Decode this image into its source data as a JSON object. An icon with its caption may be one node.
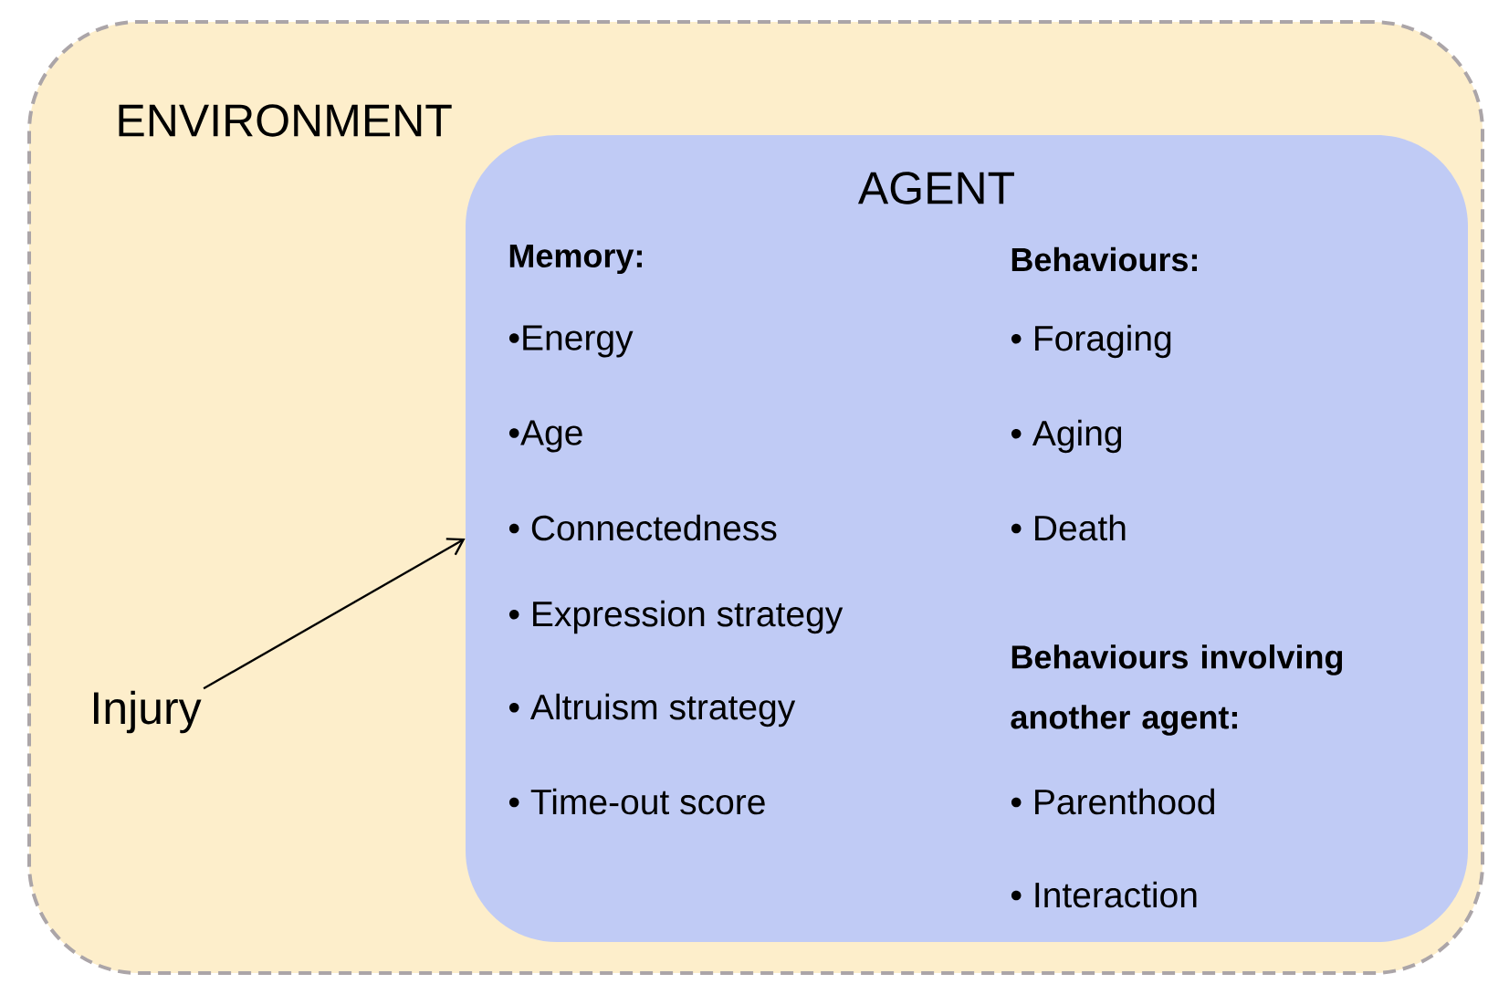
{
  "diagram": {
    "nodes": [
      {
        "text": [
          "ENVIRONMENT"
        ]
      },
      {
        "text": [
          "AGENT",
          "Memory:",
          "•Energy",
          "•Age",
          "• Connectedness",
          "• Expression strategy",
          "• Altruism strategy",
          "• Time-out score",
          "Behaviours:",
          "• Foraging",
          "• Aging",
          "• Death",
          "Behaviours involving another agent:",
          "• Parenthood",
          "• Interaction"
        ],
        "in": 0
      },
      {
        "text": [
          "Injury"
        ],
        "in": 0
      }
    ],
    "edges": [
      {
        "from": 2,
        "to": 1,
        "arrow": "to"
      }
    ]
  }
}
